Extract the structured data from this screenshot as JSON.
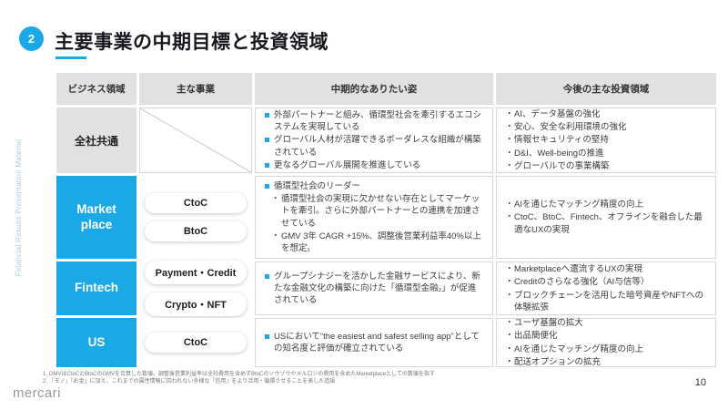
{
  "slide": {
    "number": "2",
    "title": "主要事業の中期目標と投資領域",
    "side_label": "Financial Results Presentation Material",
    "logo": "mercari",
    "page_number": "10"
  },
  "colors": {
    "accent_blue": "#1BA8E6",
    "header_gray": "#E1E1E1",
    "border_gray": "#D8D8D8",
    "side_blue": "#A9CBE4"
  },
  "table": {
    "headers": [
      "ビジネス領域",
      "主な事業",
      "中期的なありたい姿",
      "今後の主な投資領域"
    ],
    "rows": [
      {
        "area": "全社共通",
        "businesses": [],
        "midterm": [
          {
            "text": "外部パートナーと組み、循環型社会を牽引するエコシステムを実現している"
          },
          {
            "text": "グローバル人材が活躍できるボーダレスな組織が構築されている"
          },
          {
            "text": "更なるグローバル展開を推進している"
          }
        ],
        "investment": [
          {
            "text": "AI、データ基盤の強化"
          },
          {
            "text": "安心、安全な利用環境の強化"
          },
          {
            "text": "情報セキュリティの堅持"
          },
          {
            "text": "D&I、Well-beingの推進"
          },
          {
            "text": "グローバルでの事業構築"
          }
        ]
      },
      {
        "area": "Market place",
        "businesses": [
          {
            "label": "CtoC"
          },
          {
            "label": "BtoC"
          }
        ],
        "midterm": [
          {
            "text": "循環型社会のリーダー"
          },
          {
            "text": "循環型社会の実現に欠かせない存在としてマーケットを牽引。さらに外部パートナーとの連携を加速させている"
          },
          {
            "text": "GMV 3年 CAGR +15%、調整後営業利益率40%以上を想定₁"
          }
        ],
        "investment": [
          {
            "text": "AIを通じたマッチング精度の向上"
          },
          {
            "text": "CtoC、BtoC、Fintech、オフラインを融合した最適なUXの実現"
          }
        ]
      },
      {
        "area": "Fintech",
        "businesses": [
          {
            "label": "Payment・Credit"
          },
          {
            "label": "Crypto・NFT"
          }
        ],
        "midterm": [
          {
            "text": "グループシナジーを活かした金融サービスにより、新たな金融文化の構築に向けた「循環型金融₂」が促進されている"
          }
        ],
        "investment": [
          {
            "text": "Marketplaceへ還流するUXの実現"
          },
          {
            "text": "Creditのさらなる強化（AI与信等）"
          },
          {
            "text": "ブロックチェーンを活用した暗号資産やNFTへの体験拡張"
          }
        ]
      },
      {
        "area": "US",
        "businesses": [
          {
            "label": "CtoC"
          }
        ],
        "midterm": [
          {
            "text": "USにおいて“the easiest and safest selling app”としての知名度と評価が確立されている"
          }
        ],
        "investment": [
          {
            "text": "ユーザ基盤の拡大"
          },
          {
            "text": "出品簡便化"
          },
          {
            "text": "AIを通じたマッチング精度の向上"
          },
          {
            "text": "配送オプションの拡充"
          }
        ]
      }
    ]
  },
  "footnotes": {
    "note1": "1. GMVはCtoCとBtoCのGMVを合算した数値。調整後営業利益率は全社費用を含めずBtoCのソウゾウやメルロジの費用を含めたMarketplaceとしての数値を指す",
    "note2": "2. 「モノ」「お金」に加え、これまでの属性情報に囚われない多様な「信用」をより活用・循環させることを表した造語"
  }
}
